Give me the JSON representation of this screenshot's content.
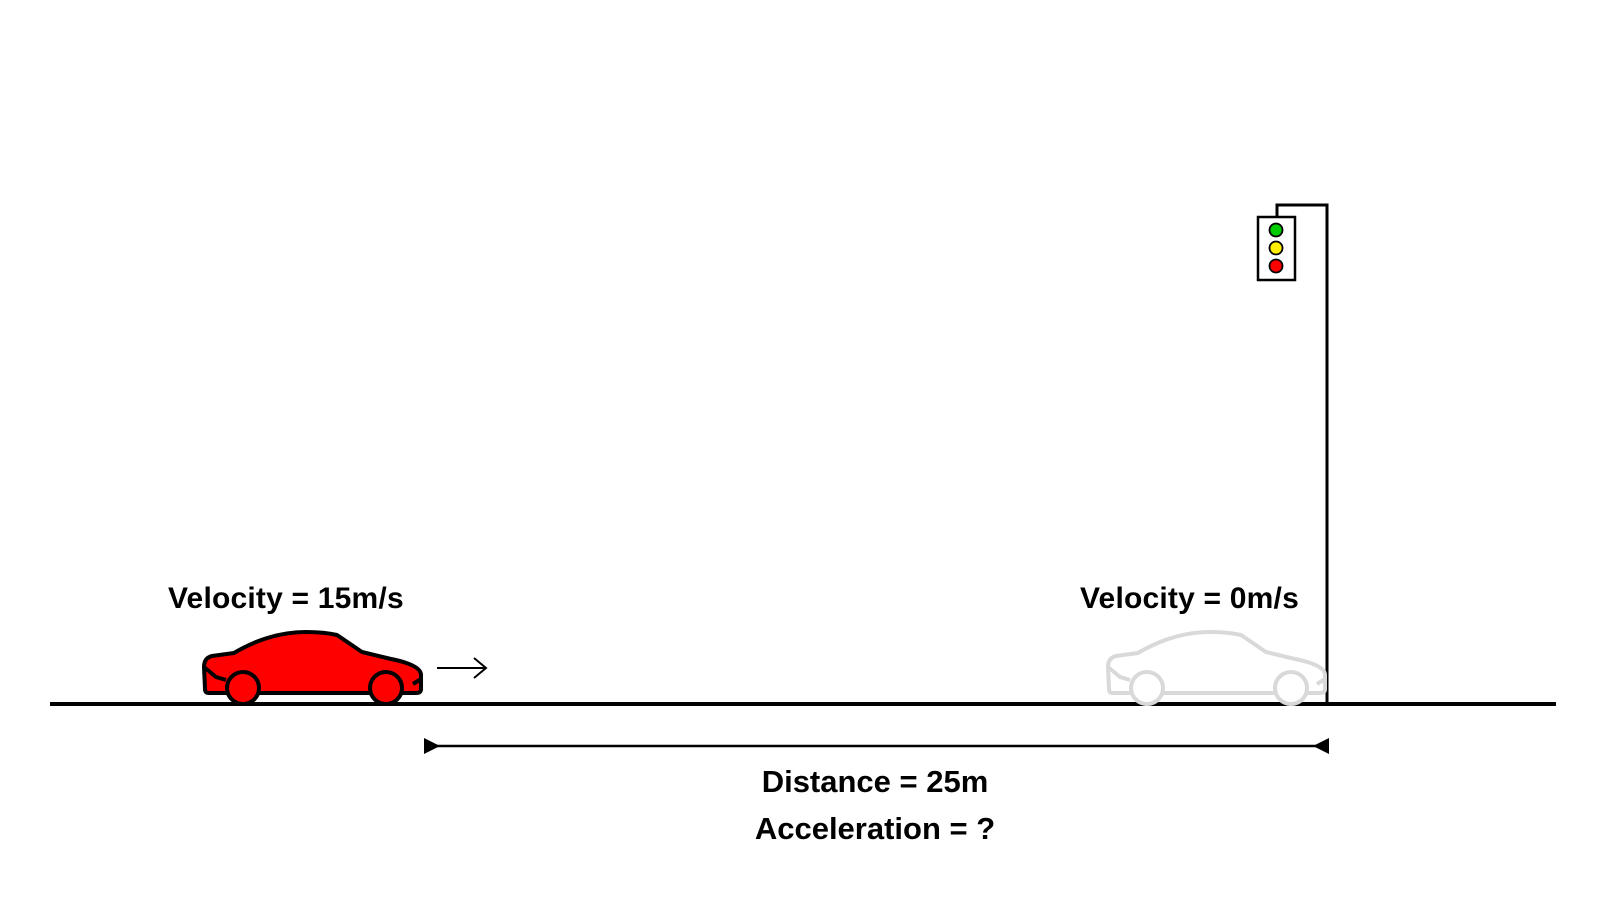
{
  "start": {
    "velocity_label": "Velocity =  15m/s",
    "car_color": "#ff0000"
  },
  "end": {
    "velocity_label": "Velocity =  0m/s",
    "car_outline_color": "#d9d9d9"
  },
  "distance_label": "Distance = 25m",
  "acceleration_label": "Acceleration = ?",
  "traffic_light": {
    "lights": [
      "#00cc00",
      "#ffee00",
      "#ff0000"
    ]
  },
  "arrow_glyph": "⟶"
}
